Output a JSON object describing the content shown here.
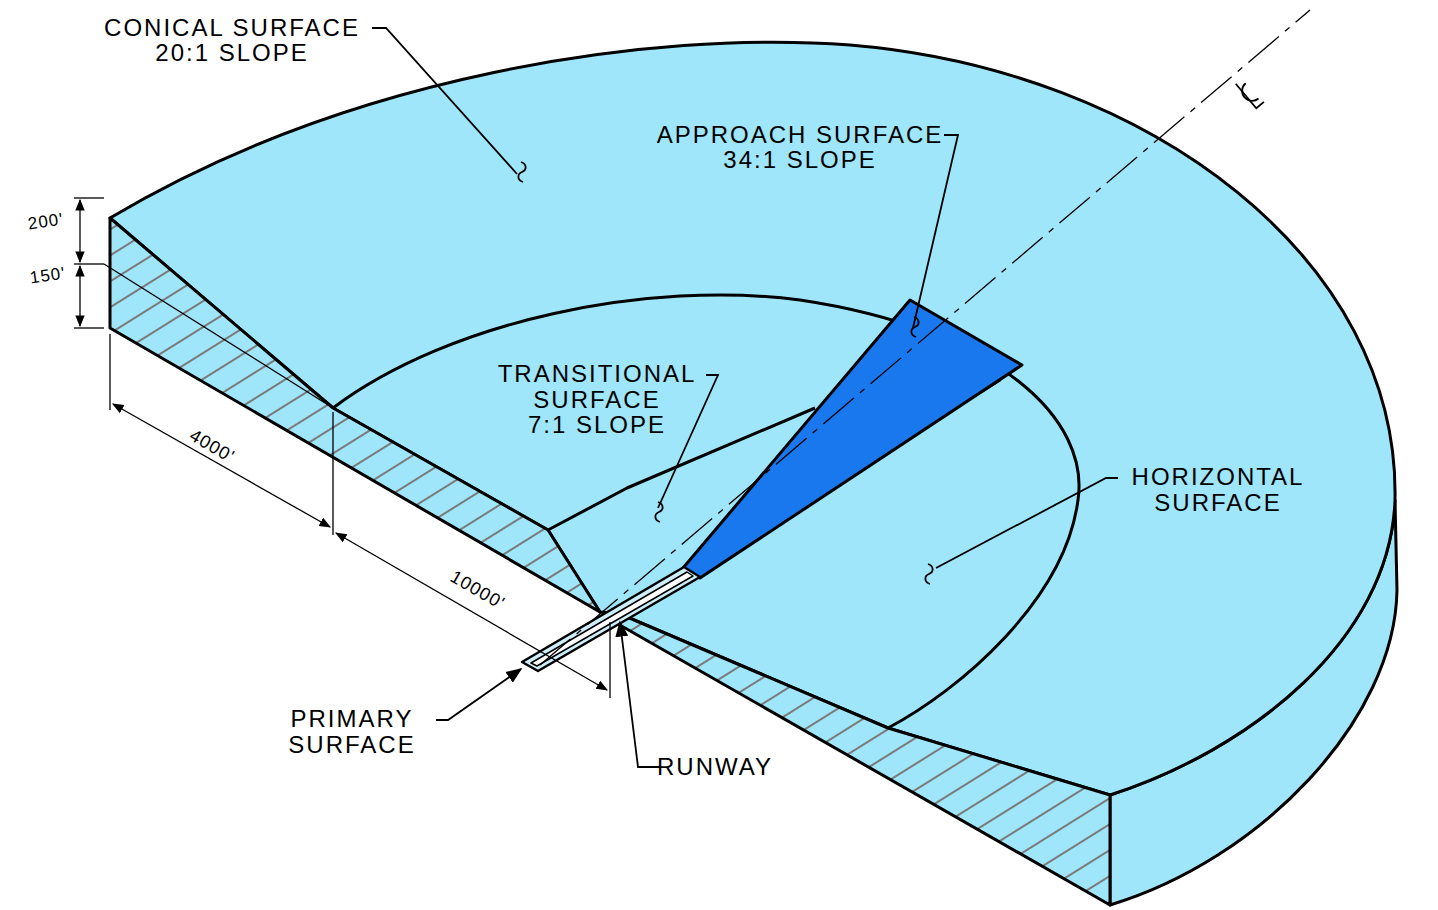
{
  "diagram": {
    "labels": [
      "CONICAL SURFACE",
      "20:1 SLOPE",
      "APPROACH SURFACE",
      "34:1 SLOPE",
      "TRANSITIONAL SURFACE",
      "7:1 SLOPE",
      "HORIZONTAL SURFACE",
      "PRIMARY SURFACE",
      "RUNWAY",
      "200'",
      "150'",
      "4000'",
      "10000'"
    ]
  }
}
